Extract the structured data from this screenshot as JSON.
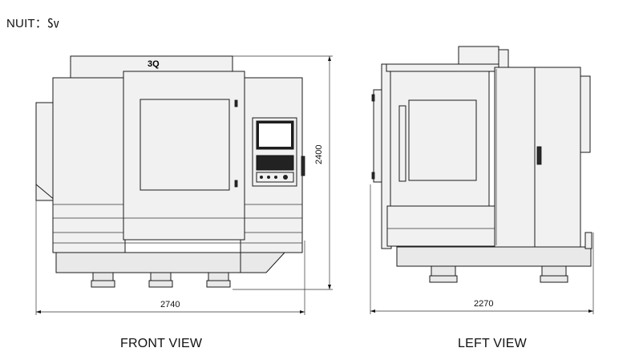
{
  "unit_label": "NUIT：㏜",
  "front_view": {
    "label": "FRONT VIEW",
    "logo_text": "3Q",
    "width_dimension": "2740",
    "height_dimension": "2400"
  },
  "left_view": {
    "label": "LEFT VIEW",
    "width_dimension": "2270"
  }
}
